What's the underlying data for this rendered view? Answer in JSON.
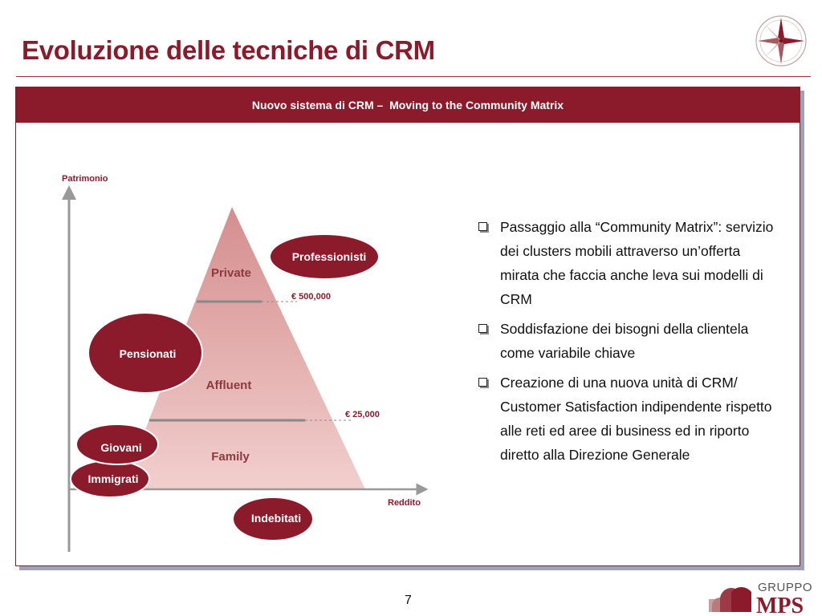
{
  "slide": {
    "title": "Evoluzione delle tecniche di CRM",
    "page_number": "7"
  },
  "panel": {
    "header": "Nuovo sistema di CRM –  Moving to the Community Matrix"
  },
  "diagram": {
    "y_axis_label": "Patrimonio",
    "x_axis_label": "Reddito",
    "segments": [
      "Private",
      "Affluent",
      "Family"
    ],
    "thresholds": [
      "€ 500,000",
      "€ 25,000"
    ],
    "clusters": [
      "Professionisti",
      "Pensionati",
      "Giovani",
      "Immigrati",
      "Indebitati"
    ],
    "colors": {
      "cluster_fill": "#8b1a2b",
      "pyramid_top": "#d58e8e",
      "pyramid_bottom": "#f1cfcd"
    }
  },
  "bullets": [
    "Passaggio alla “Community Matrix”: servizio dei clusters mobili attraverso un’offerta mirata che faccia anche leva sui modelli di CRM",
    "Soddisfazione dei bisogni della clientela come variabile chiave",
    "Creazione di una nuova unità di CRM/ Customer Satisfaction indipendente rispetto alle reti ed aree di business ed in riporto diretto alla Direzione Generale"
  ],
  "logo": {
    "line1": "GRUPPO",
    "line2": "MPS"
  }
}
